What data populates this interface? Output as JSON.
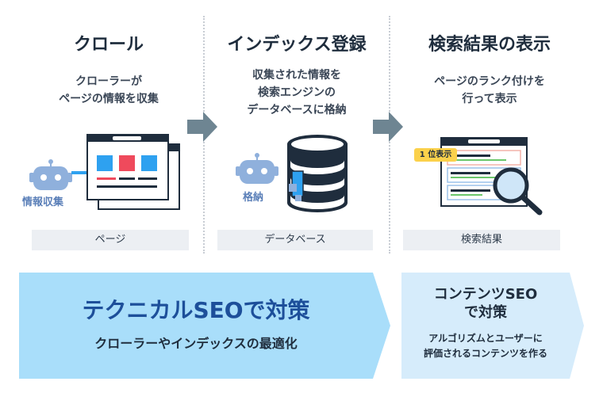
{
  "steps": [
    {
      "title": "クロール",
      "desc_lines": [
        "クローラーが",
        "ページの情報を収集"
      ],
      "tag": "情報収集",
      "label": "ページ"
    },
    {
      "title": "インデックス登録",
      "desc_lines": [
        "収集された情報を",
        "検索エンジンの",
        "データベースに格納"
      ],
      "tag": "格納",
      "label": "データベース"
    },
    {
      "title": "検索結果の表示",
      "desc_lines": [
        "ページのランク付けを",
        "行って表示"
      ],
      "badge": "1 位表示",
      "label": "検索結果"
    }
  ],
  "banners": {
    "technical": {
      "title": "テクニカルSEOで対策",
      "subtitle": "クローラーやインデックスの最適化"
    },
    "content": {
      "title_lines": [
        "コンテンツSEO",
        "で対策"
      ],
      "subtitle_lines": [
        "アルゴリズムとユーザーに",
        "評価されるコンテンツを作る"
      ]
    }
  },
  "colors": {
    "robot": "#8fb0dc",
    "arrow": "#6e8592",
    "banner_left": "#a9defa",
    "banner_right": "#d6ecfb",
    "banner_title": "#1d4f9a",
    "accent_blue": "#2ea1f0",
    "accent_red": "#ef4a5c",
    "badge": "#fbd14b"
  }
}
